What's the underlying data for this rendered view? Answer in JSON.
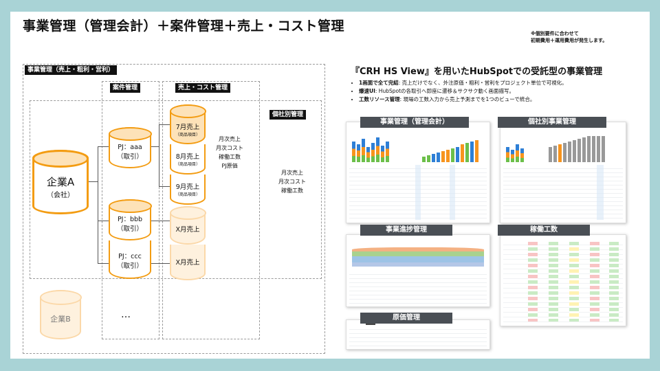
{
  "title": "事業管理（管理会計）＋案件管理＋売上・コスト管理",
  "note": [
    "※個別要件に合わせて",
    "初期費用＋運用費用が発生します。"
  ],
  "diagram": {
    "label_business": "事業管理（売上・粗利・営利）",
    "label_case": "案件管理",
    "label_sales": "売上・コスト管理",
    "label_company": "個社別管理",
    "companyA": {
      "name": "企業A",
      "sub": "（会社）"
    },
    "companyB": {
      "name": "企業B"
    },
    "pjs": [
      {
        "name": "PJ：aaa",
        "sub": "（取引）"
      },
      {
        "name": "PJ：bbb",
        "sub": "（取引）"
      },
      {
        "name": "PJ：ccc",
        "sub": "（取引）"
      }
    ],
    "months": [
      {
        "name": "7月売上",
        "sub": "（商品項目）"
      },
      {
        "name": "8月売上",
        "sub": "（商品項目）"
      },
      {
        "name": "9月売上",
        "sub": "（商品項目）"
      }
    ],
    "xmonth1": "X月売上",
    "xmonth2": "X月売上",
    "ellipsis": "…",
    "pj_metrics": [
      "月次売上",
      "月次コスト",
      "稼働工数",
      "PJ原価"
    ],
    "company_metrics": [
      "月次売上",
      "月次コスト",
      "稼働工数"
    ]
  },
  "right": {
    "subtitle": "『CRH HS View』を用いたHubSpotでの受託型の事業管理",
    "bullets": [
      {
        "head": "1画面で全て完結",
        "text": ": 売上だけでなく、外注原価・粗利・営利をプロジェクト単位で可視化。"
      },
      {
        "head": "爆速UI",
        "text": ": HubSpotの各取引へ即座に遷移＆サクサク動く画面描写。"
      },
      {
        "head": "工数リソース管理",
        "text": ": 現場の工数入力から売上予測までを1つのビューで統合。"
      }
    ],
    "thumbs": [
      "事業管理（管理会計）",
      "個社別事業管理",
      "事業進捗管理",
      "稼働工数",
      "原価管理"
    ]
  }
}
